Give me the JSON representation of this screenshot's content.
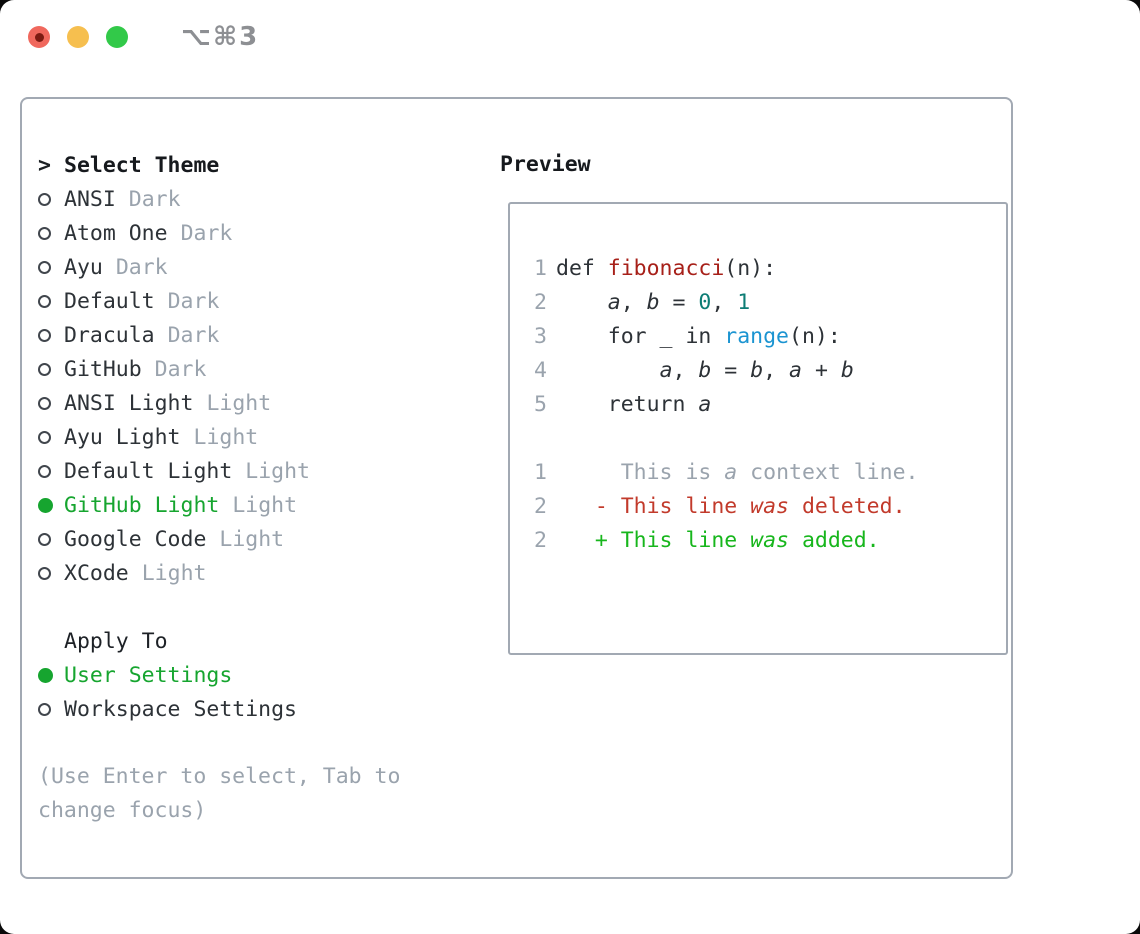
{
  "window": {
    "title_shortcut": "⌥⌘3"
  },
  "colors": {
    "fg": "#2d3237",
    "muted": "#9aa3ad",
    "border": "#a2a9b3",
    "green_selected": "#16a52f",
    "add_green": "#17b61c",
    "del_red": "#c23a2b",
    "fn_red": "#a72019",
    "num_teal": "#0d7d75",
    "builtin_blue": "#1b94d1",
    "light_red": "#f0685d",
    "light_red_dot": "#7c1b12",
    "light_yellow": "#f6bf4f",
    "light_green": "#32c949",
    "title_gray": "#8d8f93"
  },
  "theme_menu": {
    "header_prefix": ">",
    "header": "Select Theme",
    "items": [
      {
        "label": "ANSI",
        "tag": "Dark",
        "selected": false
      },
      {
        "label": "Atom One",
        "tag": "Dark",
        "selected": false
      },
      {
        "label": "Ayu",
        "tag": "Dark",
        "selected": false
      },
      {
        "label": "Default",
        "tag": "Dark",
        "selected": false
      },
      {
        "label": "Dracula",
        "tag": "Dark",
        "selected": false
      },
      {
        "label": "GitHub",
        "tag": "Dark",
        "selected": false
      },
      {
        "label": "ANSI Light",
        "tag": "Light",
        "selected": false
      },
      {
        "label": "Ayu Light",
        "tag": "Light",
        "selected": false
      },
      {
        "label": "Default Light",
        "tag": "Light",
        "selected": false
      },
      {
        "label": "GitHub Light",
        "tag": "Light",
        "selected": true
      },
      {
        "label": "Google Code",
        "tag": "Light",
        "selected": false
      },
      {
        "label": "XCode",
        "tag": "Light",
        "selected": false
      }
    ],
    "apply_header": "Apply To",
    "apply_items": [
      {
        "label": "User Settings",
        "selected": true
      },
      {
        "label": "Workspace Settings",
        "selected": false
      }
    ],
    "hint_lines": [
      "(Use Enter to select, Tab to",
      "change focus)"
    ]
  },
  "preview": {
    "header": "Preview",
    "lines": [
      {
        "num": "1",
        "segs": [
          [
            "def ",
            "k"
          ],
          [
            "fibonacci",
            "fn"
          ],
          [
            "(n):",
            "k"
          ]
        ]
      },
      {
        "num": "2",
        "segs": [
          [
            "    ",
            "k"
          ],
          [
            "a",
            "k i"
          ],
          [
            ", ",
            "k"
          ],
          [
            "b",
            "k i"
          ],
          [
            " = ",
            "k"
          ],
          [
            "0",
            "nu"
          ],
          [
            ", ",
            "k"
          ],
          [
            "1",
            "nu"
          ]
        ]
      },
      {
        "num": "3",
        "segs": [
          [
            "    for _ in ",
            "k"
          ],
          [
            "range",
            "bi"
          ],
          [
            "(n):",
            "k"
          ]
        ]
      },
      {
        "num": "4",
        "segs": [
          [
            "        ",
            "k"
          ],
          [
            "a",
            "k i"
          ],
          [
            ", ",
            "k"
          ],
          [
            "b",
            "k i"
          ],
          [
            " = ",
            "k"
          ],
          [
            "b",
            "k i"
          ],
          [
            ", ",
            "k"
          ],
          [
            "a",
            "k i"
          ],
          [
            " + ",
            "k"
          ],
          [
            "b",
            "k i"
          ]
        ]
      },
      {
        "num": "5",
        "segs": [
          [
            "    return ",
            "k"
          ],
          [
            "a",
            "k i"
          ]
        ]
      },
      {
        "num": "",
        "segs": []
      },
      {
        "num": "1",
        "segs": [
          [
            "     This is ",
            "ctx"
          ],
          [
            "a",
            "ctx i"
          ],
          [
            " context line.",
            "ctx"
          ]
        ]
      },
      {
        "num": "2",
        "segs": [
          [
            "   - This line ",
            "del"
          ],
          [
            "was",
            "del i"
          ],
          [
            " deleted.",
            "del"
          ]
        ]
      },
      {
        "num": "2",
        "segs": [
          [
            "   + This line ",
            "add"
          ],
          [
            "was",
            "add i"
          ],
          [
            " added.",
            "add"
          ]
        ]
      }
    ]
  }
}
